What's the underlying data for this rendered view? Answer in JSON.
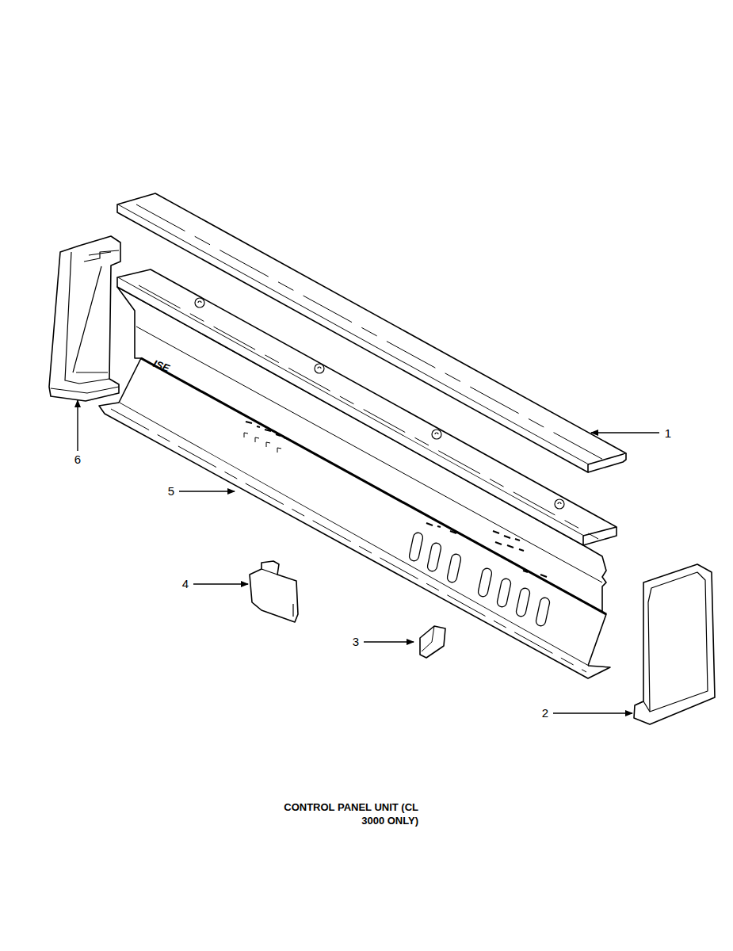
{
  "diagram": {
    "caption": "CONTROL PANEL UNIT (CL 3000 ONLY)",
    "labels": [
      "1",
      "2",
      "3",
      "4",
      "5",
      "6",
      "ISE"
    ]
  }
}
